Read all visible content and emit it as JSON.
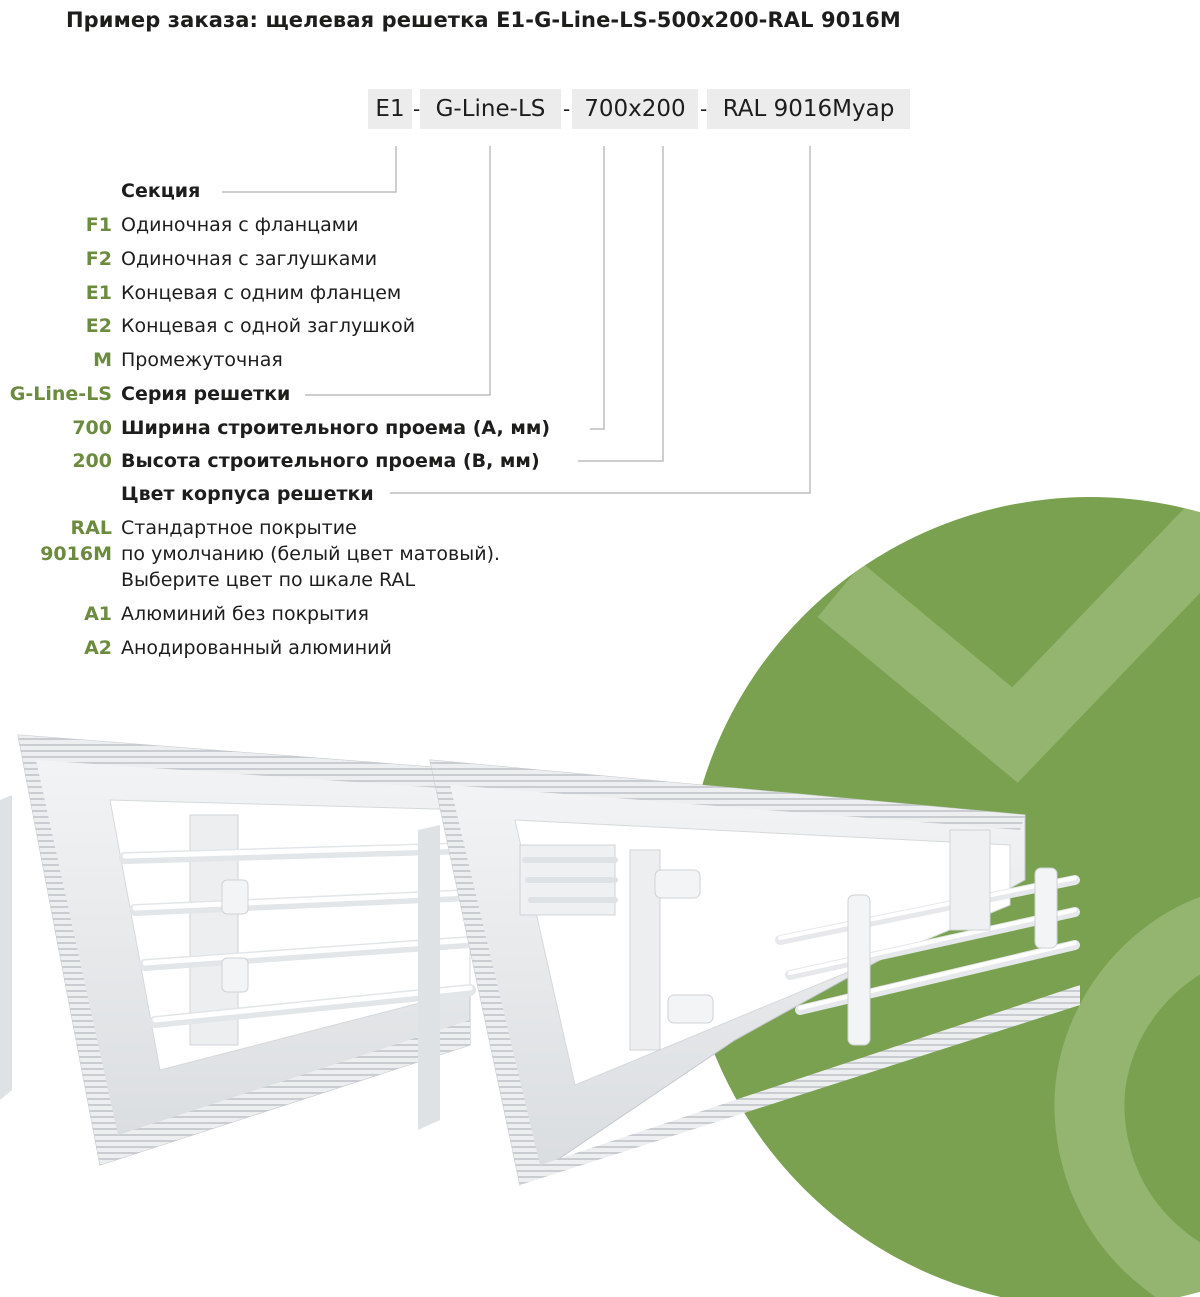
{
  "title": "Пример заказа: щелевая решетка E1-G-Line-LS-500x200-RAL 9016M",
  "code_parts": [
    "E1",
    "G-Line-LS",
    "700x200",
    "RAL 9016Муар"
  ],
  "separator": "-",
  "rows": [
    {
      "code": "",
      "desc": "Секция",
      "bold": true
    },
    {
      "code": "F1",
      "desc": "Одиночная с фланцами",
      "bold": false
    },
    {
      "code": "F2",
      "desc": "Одиночная с заглушками",
      "bold": false
    },
    {
      "code": "E1",
      "desc": "Концевая с одним фланцем",
      "bold": false
    },
    {
      "code": "E2",
      "desc": "Концевая с одной заглушкой",
      "bold": false
    },
    {
      "code": "M",
      "desc": "Промежуточная",
      "bold": false
    },
    {
      "code": "G-Line-LS",
      "desc": "Серия решетки",
      "bold": true
    },
    {
      "code": "700",
      "desc": "Ширина строительного проема (A, мм)",
      "bold": true
    },
    {
      "code": "200",
      "desc": "Высота строительного проема (B, мм)",
      "bold": true
    },
    {
      "code": "",
      "desc": "Цвет корпуса решетки",
      "bold": true
    },
    {
      "code": "RAL\n9016M",
      "desc": "Стандартное покрытие\nпо умолчанию (белый цвет матовый).\nВыберите цвет по шкале RAL",
      "bold": false
    },
    {
      "code": "A1",
      "desc": "Алюминий без покрытия",
      "bold": false
    },
    {
      "code": "A2",
      "desc": "Анодированный алюминий",
      "bold": false
    }
  ],
  "colors": {
    "accent_green": "#6c8b3e",
    "circle_green": "#7aa14f",
    "circle_light": "#9bbb78",
    "code_box_bg": "#ececec",
    "leader_line": "#bdbdbd"
  },
  "icons": [
    "product-photo-slot-grilles"
  ]
}
